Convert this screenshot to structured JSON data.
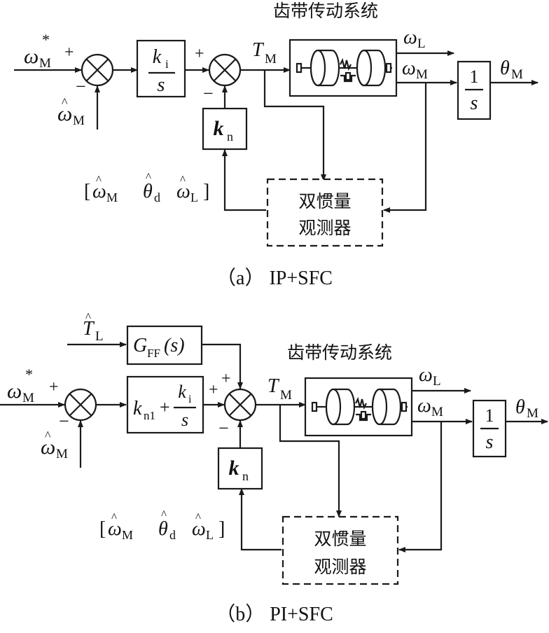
{
  "top": {
    "plant_title": "齿带传动系统",
    "observer_line1": "双惯量",
    "observer_line2": "观测器",
    "caption": "（a） IP+SFC"
  },
  "bottom": {
    "plant_title": "齿带传动系统",
    "observer_line1": "双惯量",
    "observer_line2": "观测器",
    "caption": "（b） PI+SFC"
  },
  "symbols": {
    "omega": "ω",
    "theta": "θ",
    "M": "M",
    "L": "L",
    "d": "d",
    "T": "T",
    "star": "*",
    "hat": "^",
    "plus": "+",
    "minus": "−",
    "k": "k",
    "i": "i",
    "n": "n",
    "n1": "n1",
    "s": "s",
    "one": "1",
    "G": "G",
    "FF": "FF",
    "paren_s": "(s)",
    "lbracket": "[",
    "rbracket": "]"
  }
}
